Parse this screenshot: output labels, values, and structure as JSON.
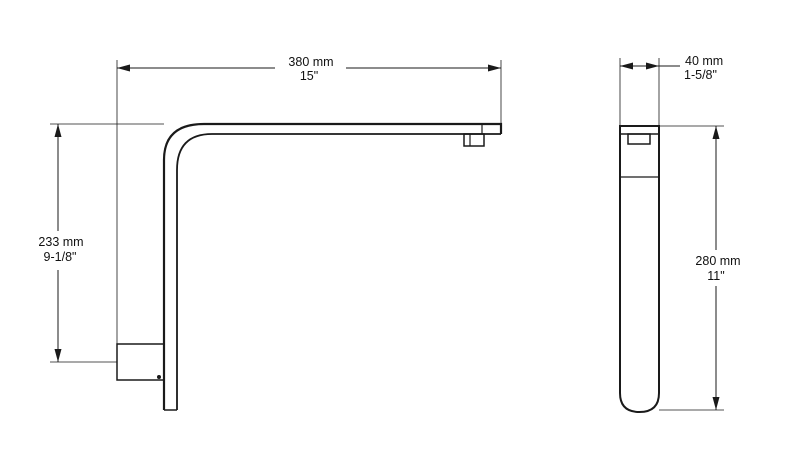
{
  "dimensions": {
    "spout_length": {
      "metric": "380 mm",
      "imperial": "15\""
    },
    "spout_height": {
      "metric": "233 mm",
      "imperial": "9-1/8\""
    },
    "spout_width": {
      "metric": "40 mm",
      "imperial": "1-5/8\""
    },
    "side_height": {
      "metric": "280 mm",
      "imperial": "11\""
    }
  },
  "colors": {
    "line": "#1a1a1a",
    "background": "#ffffff"
  }
}
